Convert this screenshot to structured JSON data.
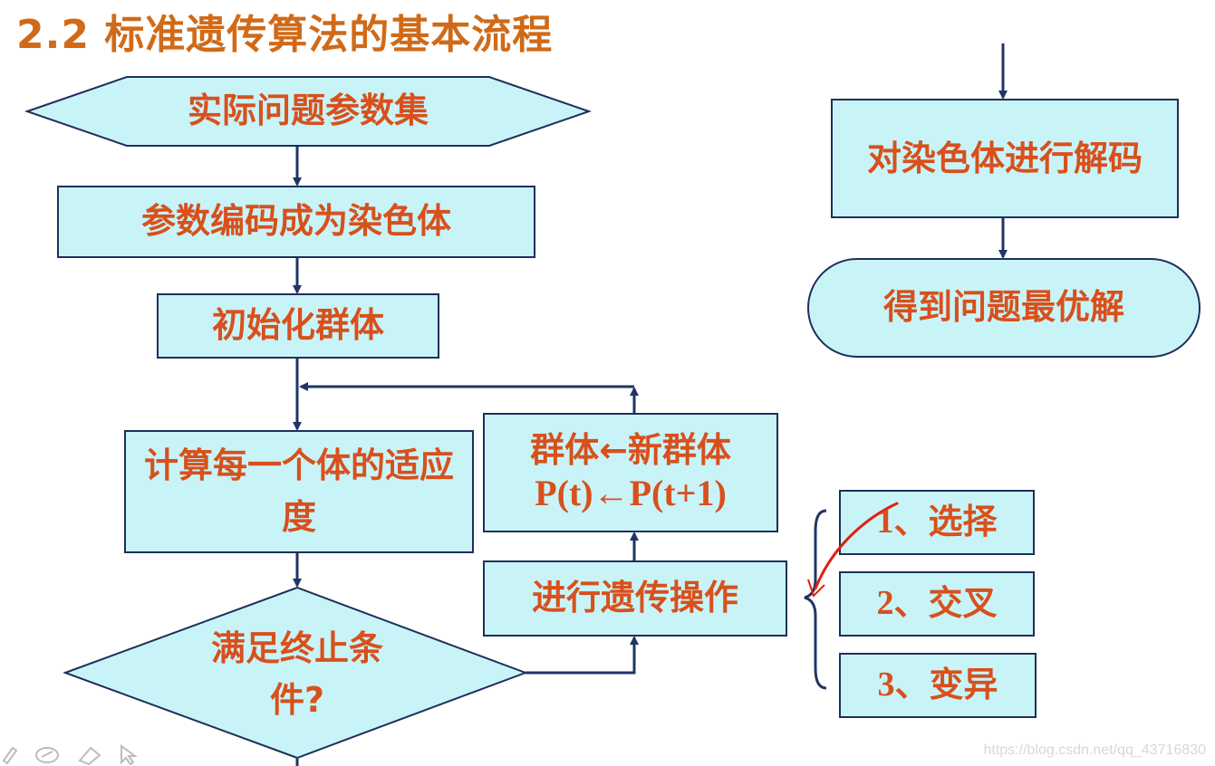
{
  "title": "2.2 标准遗传算法的基本流程",
  "nodes": {
    "param_set": "实际问题参数集",
    "encode": "参数编码成为染色体",
    "init": "初始化群体",
    "fitness": "计算每一个体的适应度",
    "terminate": "满足终止条件?",
    "genetic_ops": "进行遗传操作",
    "replace_line1": "群体←新群体",
    "replace_line2": "P(t)←P(t+1)",
    "decode": "对染色体进行解码",
    "optimal": "得到问题最优解"
  },
  "operations": [
    {
      "num": "1",
      "label": "、选择"
    },
    {
      "num": "2",
      "label": "、交叉"
    },
    {
      "num": "3",
      "label": "、变异"
    }
  ],
  "watermark": "https://blog.csdn.net/qq_43716830",
  "colors": {
    "fill": "#c8f4f8",
    "border": "#1f2f5a",
    "text": "#d8501c",
    "title": "#d06a18",
    "arrow": "#1f3566",
    "annotation": "#e02010"
  },
  "icons": [
    "pen-icon",
    "highlighter-icon",
    "eraser-icon",
    "pointer-icon"
  ]
}
